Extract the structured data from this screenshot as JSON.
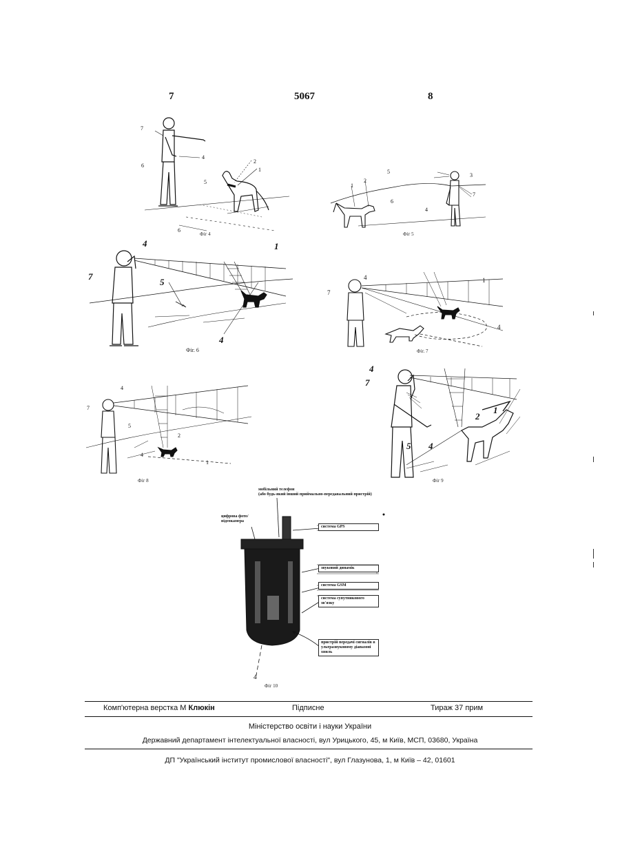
{
  "header": {
    "page_left": "7",
    "patent_number": "5067",
    "page_right": "8"
  },
  "figures": {
    "fig4": {
      "caption": "Фіг 4",
      "labels": [
        "7",
        "4",
        "6",
        "2",
        "1",
        "5",
        "6"
      ]
    },
    "fig5": {
      "caption": "Фіг 5",
      "labels": [
        "1",
        "2",
        "5",
        "6",
        "4",
        "3",
        "7"
      ]
    },
    "fig6": {
      "caption": "Фіг. 6",
      "labels": [
        "4",
        "1",
        "7",
        "5",
        "4"
      ]
    },
    "fig7": {
      "caption": "Фіг. 7",
      "labels": [
        "4",
        "7",
        "1",
        "4"
      ]
    },
    "fig8": {
      "caption": "Фіг 8",
      "labels": [
        "4",
        "7",
        "5",
        "2",
        "4",
        "1"
      ]
    },
    "fig9": {
      "caption": "Фіг 9",
      "labels": [
        "4",
        "7",
        "1",
        "2",
        "5",
        "4"
      ]
    },
    "fig10": {
      "caption": "Фіг 10",
      "label_4": "4",
      "top_label_line1": "мобільний телефон",
      "top_label_line2": "(або будь-який інший приймально-передавальний пристрій)",
      "camera_label": "цифрова фото/відеокамера",
      "gps_label": "система GPS",
      "sound_label": "звуковий динамік",
      "gsm_label": "система GSM",
      "satellite_label": "система супутникового зв'язку",
      "ultrasound_label": "пристрій передачі сигналів в ультразвуковому діапазоні хвиль"
    }
  },
  "footer": {
    "layout_label": "Комп'ютерна верстка М",
    "layout_name": "Клюкін",
    "signed": "Підписне",
    "print_run": "Тираж 37 прим",
    "ministry": "Міністерство освіти і науки України",
    "department": "Державний департамент інтелектуальної власності, вул Урицького, 45, м Київ, МСП, 03680, Україна",
    "institute": "ДП \"Український інститут промислової власності\", вул Глазунова, 1, м Київ – 42, 01601"
  }
}
